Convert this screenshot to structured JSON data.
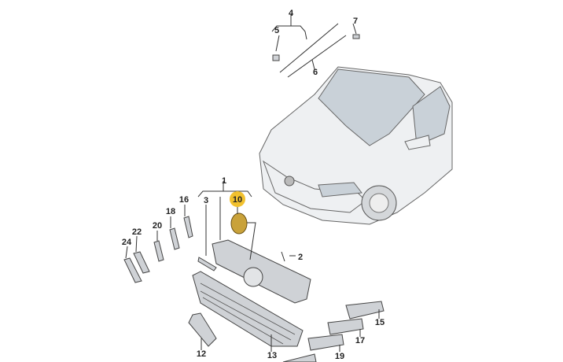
{
  "diagram": {
    "title_hidden": "",
    "highlight_color": "#f2c12e",
    "labels": {
      "p1": "1",
      "p2": "2",
      "p3": "3",
      "p4": "4",
      "p5": "5",
      "p6": "6",
      "p7": "7",
      "p10": "10",
      "p12": "12",
      "p13": "13",
      "p15": "15",
      "p16": "16",
      "p17": "17",
      "p18": "18",
      "p19": "19",
      "p20": "20",
      "p22": "22",
      "p24": "24"
    }
  }
}
